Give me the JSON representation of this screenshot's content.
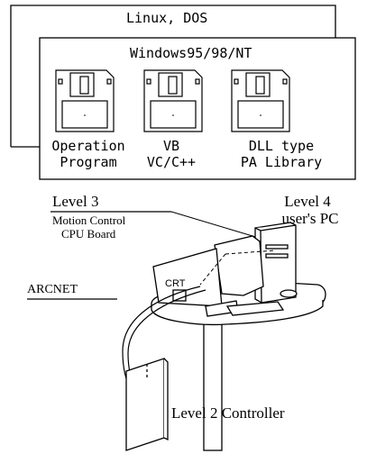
{
  "outer_box": {
    "title": "Linux, DOS"
  },
  "inner_box": {
    "title": "Windows95/98/NT"
  },
  "software_items": [
    {
      "line1": "Operation",
      "line2": "Program"
    },
    {
      "line1": "VB",
      "line2": "VC/C++"
    },
    {
      "line1": "DLL type",
      "line2": "PA Library"
    }
  ],
  "labels": {
    "level3": "Level 3",
    "motion_control_line1": "Motion Control",
    "motion_control_line2": "CPU Board",
    "level4_line1": "Level 4",
    "level4_line2": "user's PC",
    "arcnet": "ARCNET",
    "crt": "CRT",
    "level2": "Level 2 Controller"
  },
  "icons": [
    "floppy-disk-icon",
    "floppy-disk-icon",
    "floppy-disk-icon"
  ]
}
